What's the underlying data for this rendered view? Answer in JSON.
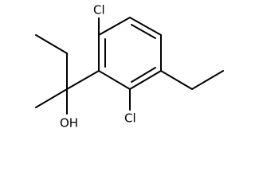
{
  "molecule": {
    "colors": {
      "bond": "#000000",
      "label": "#000000",
      "background": "#ffffff"
    },
    "atoms": {
      "cl_top": {
        "text": "Cl"
      },
      "cl_bottom": {
        "text": "Cl"
      },
      "hydroxyl": {
        "text": "OH"
      }
    }
  }
}
